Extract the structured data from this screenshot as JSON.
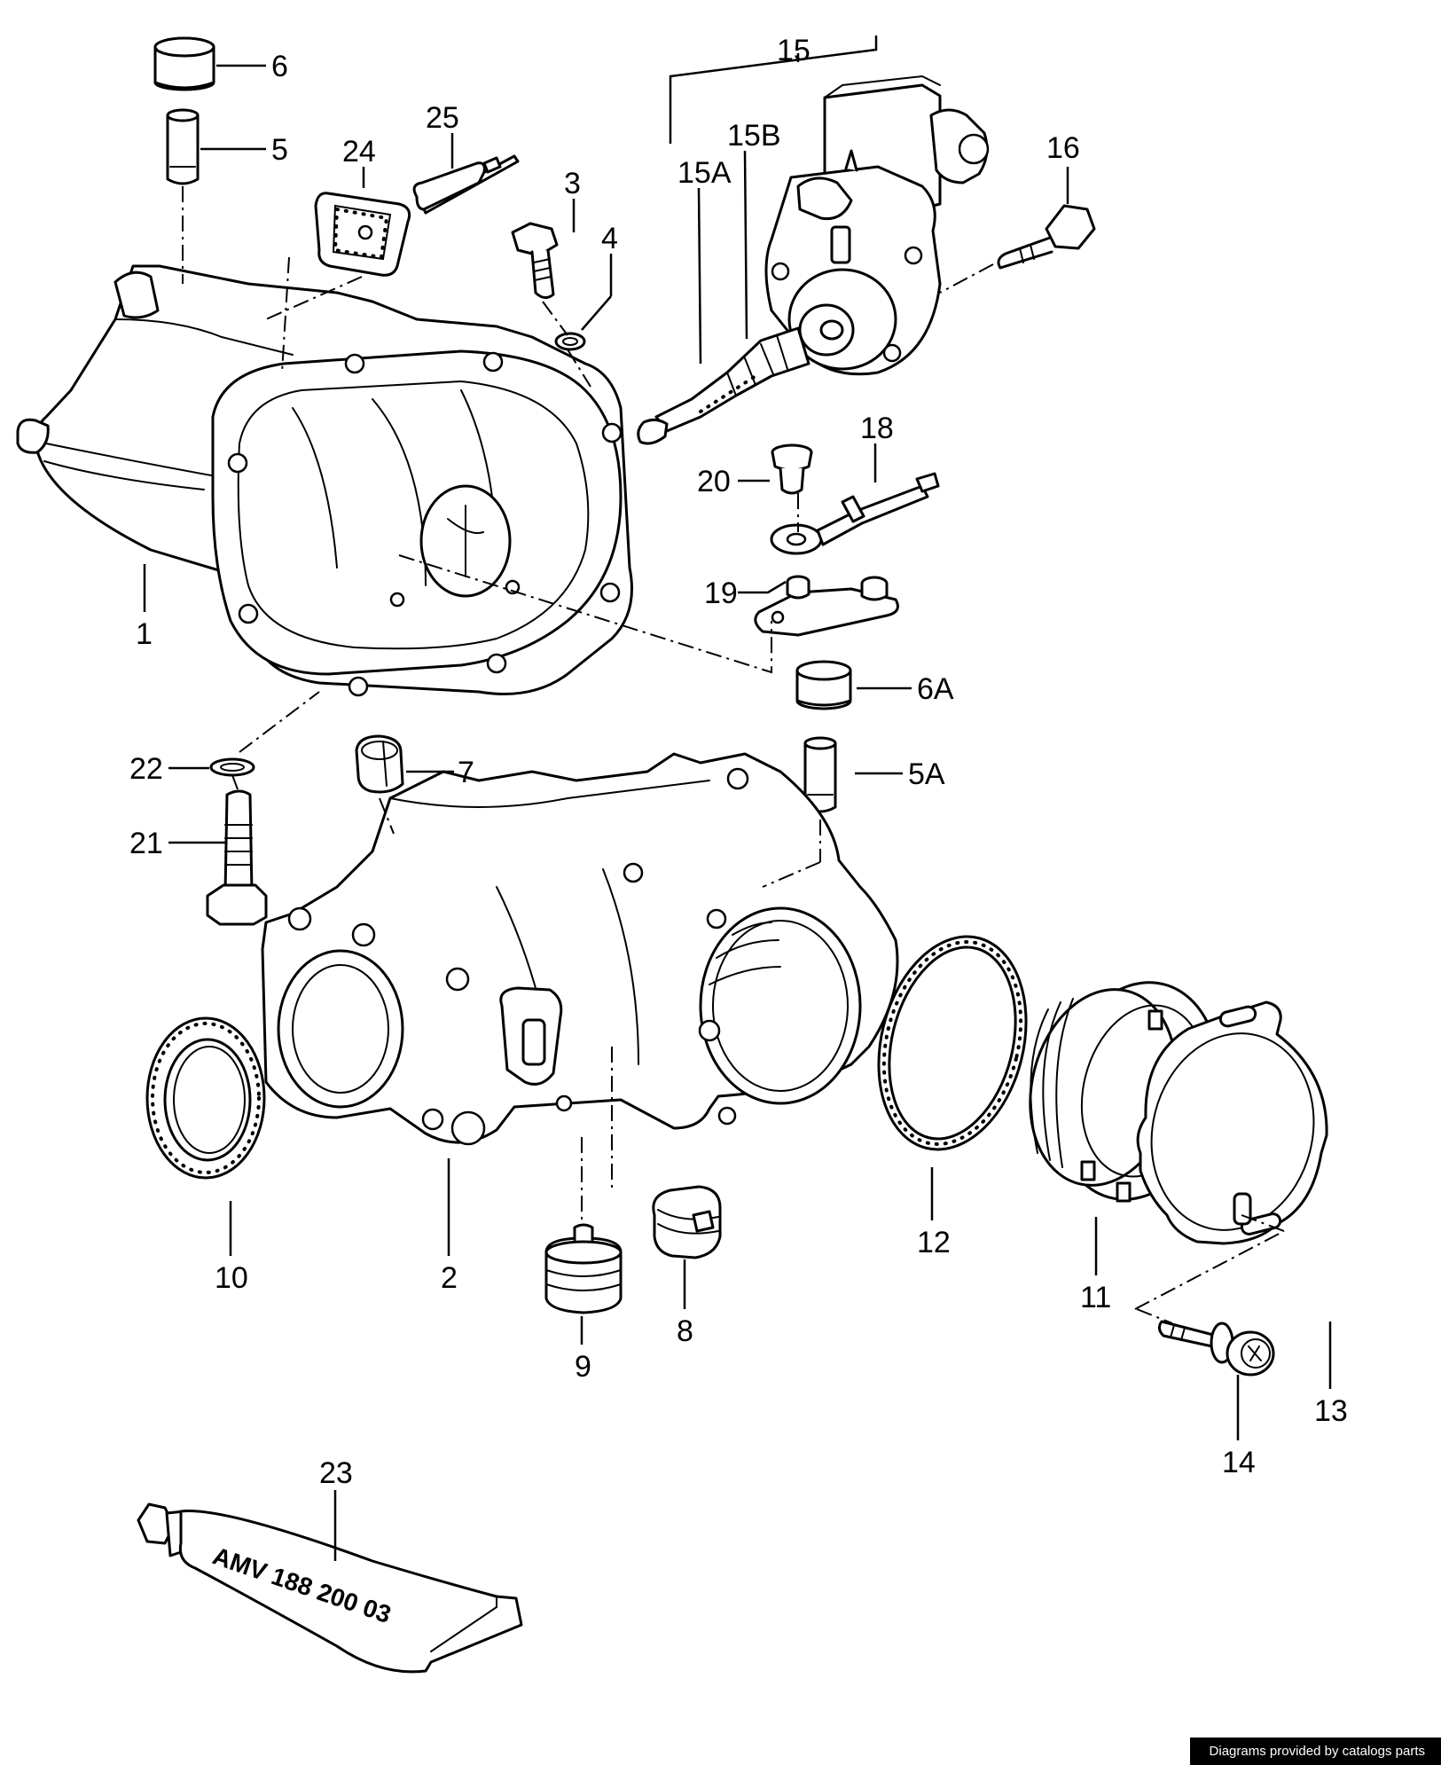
{
  "callouts": {
    "c1": "1",
    "c2": "2",
    "c3": "3",
    "c4": "4",
    "c5": "5",
    "c5A": "5A",
    "c6": "6",
    "c6A": "6A",
    "c7": "7",
    "c8": "8",
    "c9": "9",
    "c10": "10",
    "c11": "11",
    "c12": "12",
    "c13": "13",
    "c14": "14",
    "c15": "15",
    "c15A": "15A",
    "c15B": "15B",
    "c16": "16",
    "c18": "18",
    "c19": "19",
    "c20": "20",
    "c21": "21",
    "c22": "22",
    "c23": "23",
    "c24": "24",
    "c25": "25"
  },
  "tube_label": "AMV 188 200 03",
  "credit": "Diagrams provided by catalogs parts"
}
